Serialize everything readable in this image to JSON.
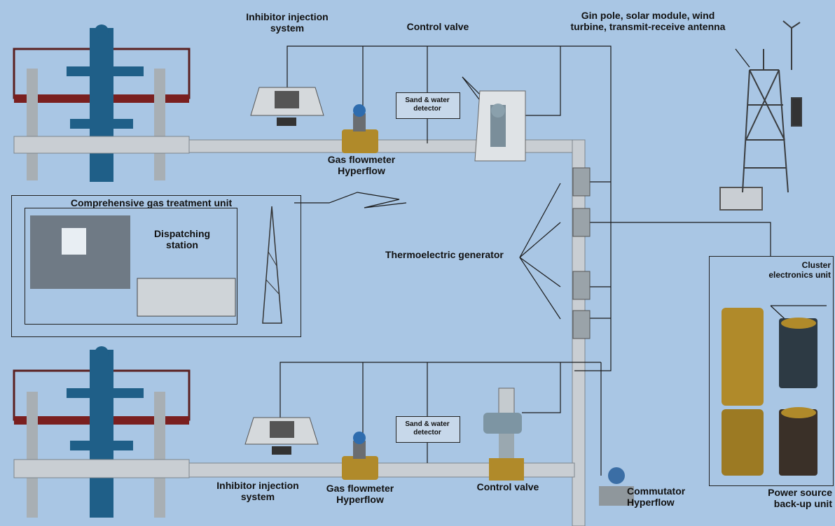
{
  "labels": {
    "inhibitor_top": [
      "Inhibitor injection",
      "system"
    ],
    "control_valve_top": "Control valve",
    "gin_pole": [
      "Gin pole, solar module, wind",
      "turbine, transmit-receive antenna"
    ],
    "sand_water_top": [
      "Sand & water",
      "detector"
    ],
    "gas_flowmeter_top": [
      "Gas flowmeter",
      "Hyperflow"
    ],
    "comprehensive_unit": "Comprehensive gas treatment unit",
    "dispatching_station": [
      "Dispatching",
      "station"
    ],
    "thermoelectric_generator": "Thermoelectric generator",
    "cluster_electronics": [
      "Cluster",
      "electronics unit"
    ],
    "sand_water_bottom": [
      "Sand & water",
      "detector"
    ],
    "inhibitor_bottom": [
      "Inhibitor injection",
      "system"
    ],
    "gas_flowmeter_bottom": [
      "Gas flowmeter",
      "Hyperflow"
    ],
    "control_valve_bottom": "Control valve",
    "commutator": [
      "Commutator",
      "Hyperflow"
    ],
    "power_source": [
      "Power source",
      "back-up unit"
    ]
  },
  "colors": {
    "background": "#a9c6e4",
    "pipe": "#c9ced3",
    "wellhead": "#1f5f88",
    "platform": "#7a1f1f",
    "brass": "#b08a2a"
  }
}
